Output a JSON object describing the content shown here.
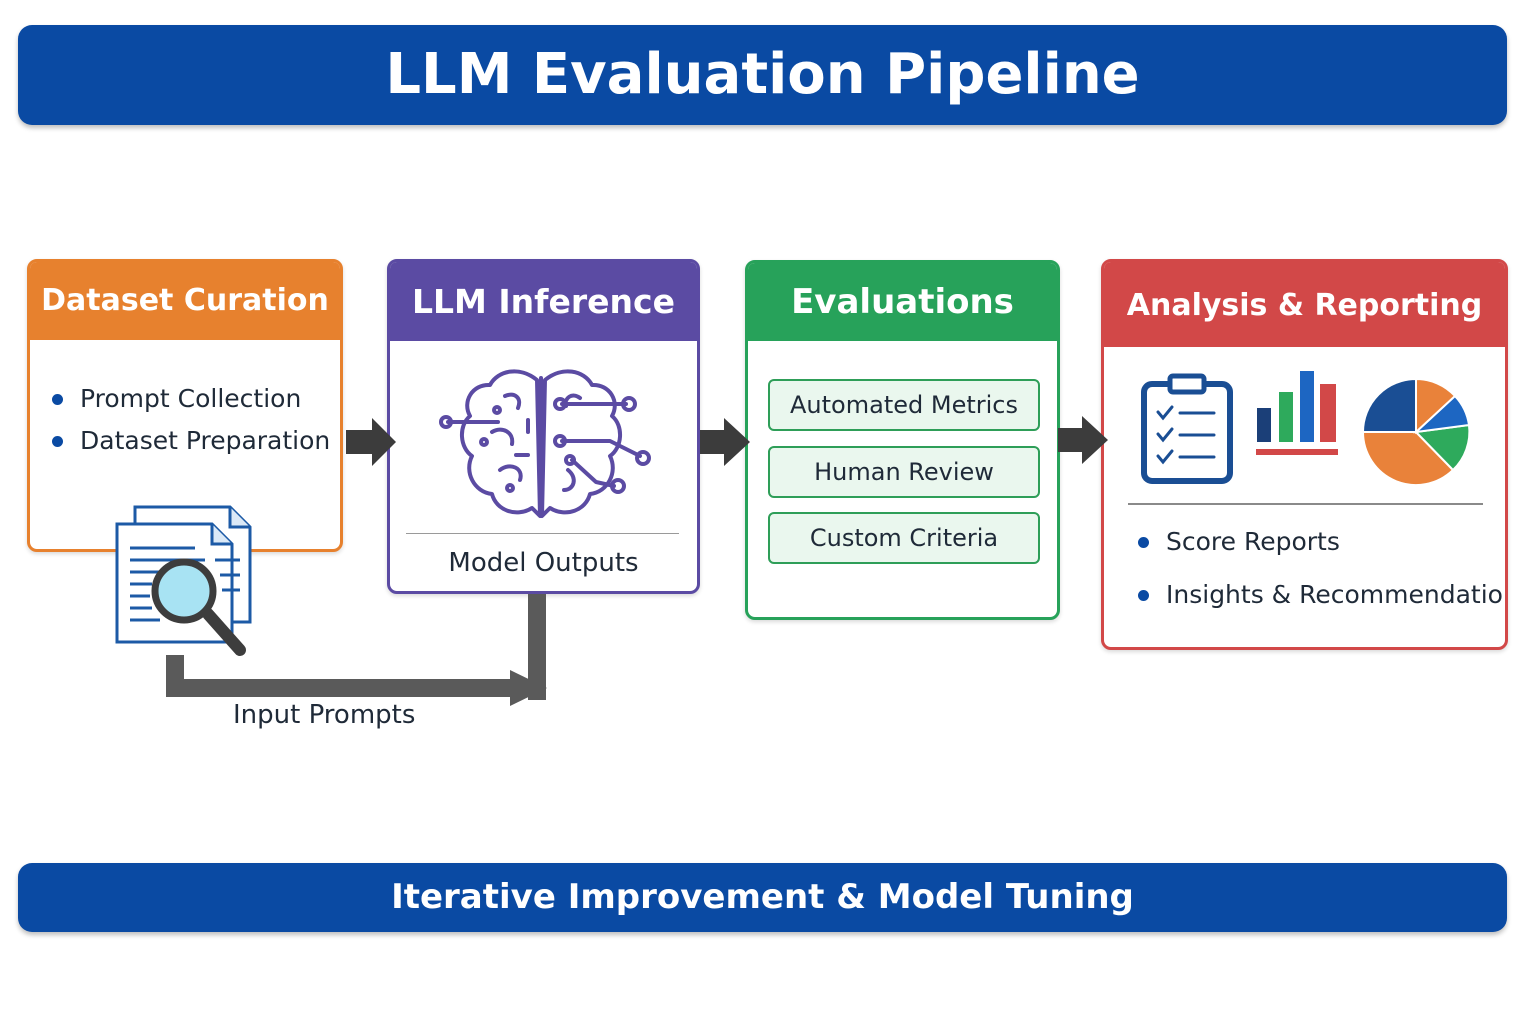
{
  "title": "LLM Evaluation Pipeline",
  "footer": "Iterative Improvement & Model Tuning",
  "colors": {
    "banner": "#0a4aa3",
    "dataset": "#e7812e",
    "inference": "#5b4ba3",
    "evaluations": "#27a25a",
    "analysis": "#d24848",
    "arrow": "#3c3c3c"
  },
  "stages": {
    "dataset": {
      "title": "Dataset Curation",
      "items": [
        "Prompt Collection",
        "Dataset Preparation"
      ],
      "icon": "document-search-icon"
    },
    "inference": {
      "title": "LLM Inference",
      "icon": "neural-brain-icon",
      "caption": "Model Outputs"
    },
    "evaluations": {
      "title": "Evaluations",
      "methods": [
        "Automated Metrics",
        "Human Review",
        "Custom Criteria"
      ]
    },
    "analysis": {
      "title": "Analysis & Reporting",
      "icons": [
        "clipboard-checklist-icon",
        "bar-chart-icon",
        "pie-chart-icon"
      ],
      "items": [
        "Score Reports",
        "Insights & Recommendations"
      ]
    }
  },
  "connector_label": "Input Prompts"
}
